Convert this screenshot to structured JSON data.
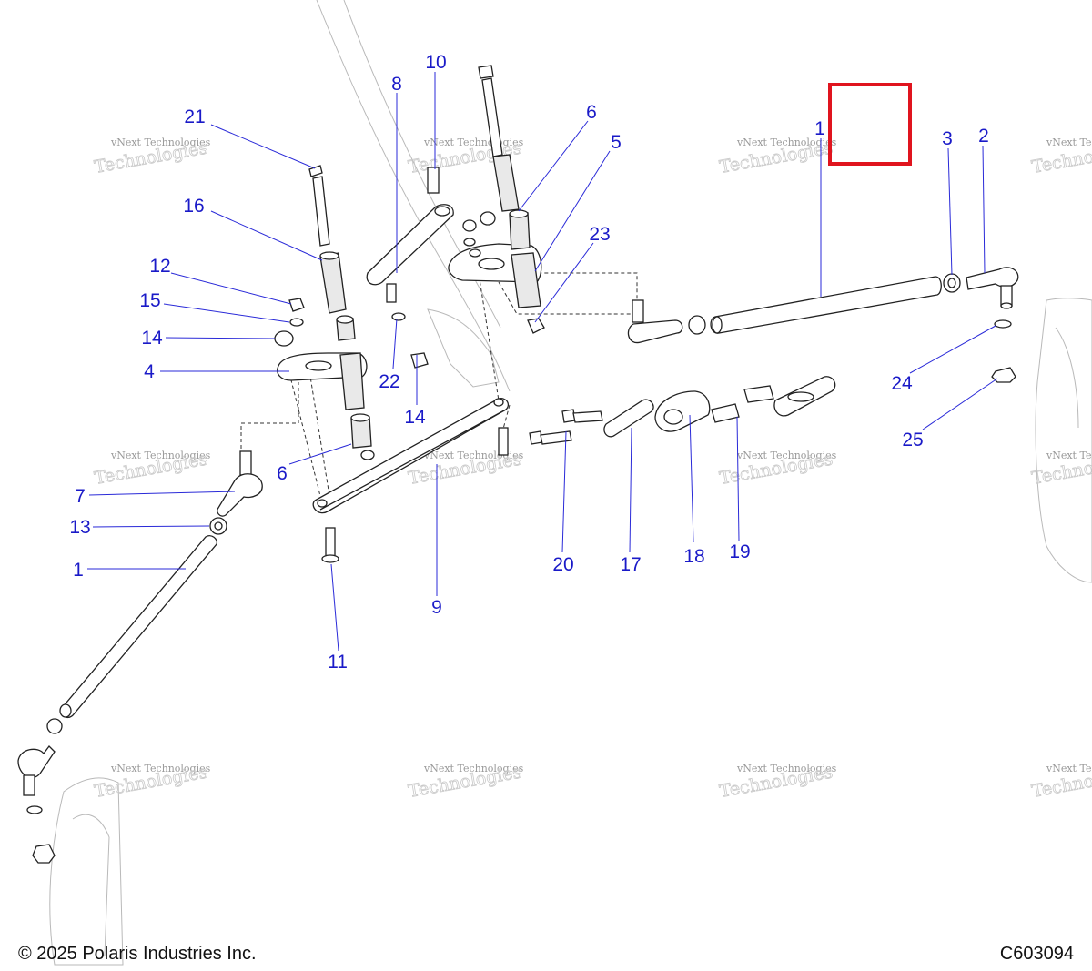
{
  "footer": {
    "copyright": "© 2025 Polaris Industries Inc.",
    "figure_code": "C603094"
  },
  "watermark": {
    "line1": "vNext Technologies",
    "line2": "vNext",
    "line3": "Technologies"
  },
  "callouts": {
    "c1a": "1",
    "c1b": "1",
    "c2": "2",
    "c3": "3",
    "c4": "4",
    "c5": "5",
    "c6a": "6",
    "c6b": "6",
    "c7": "7",
    "c8": "8",
    "c9": "9",
    "c10": "10",
    "c11": "11",
    "c12": "12",
    "c13": "13",
    "c14a": "14",
    "c14b": "14",
    "c15": "15",
    "c16": "16",
    "c17": "17",
    "c18": "18",
    "c19": "19",
    "c20": "20",
    "c21": "21",
    "c22": "22",
    "c23": "23",
    "c24": "24",
    "c25": "25"
  },
  "colors": {
    "callout_text": "#1a1ac8",
    "highlight_box": "#e0141e"
  }
}
